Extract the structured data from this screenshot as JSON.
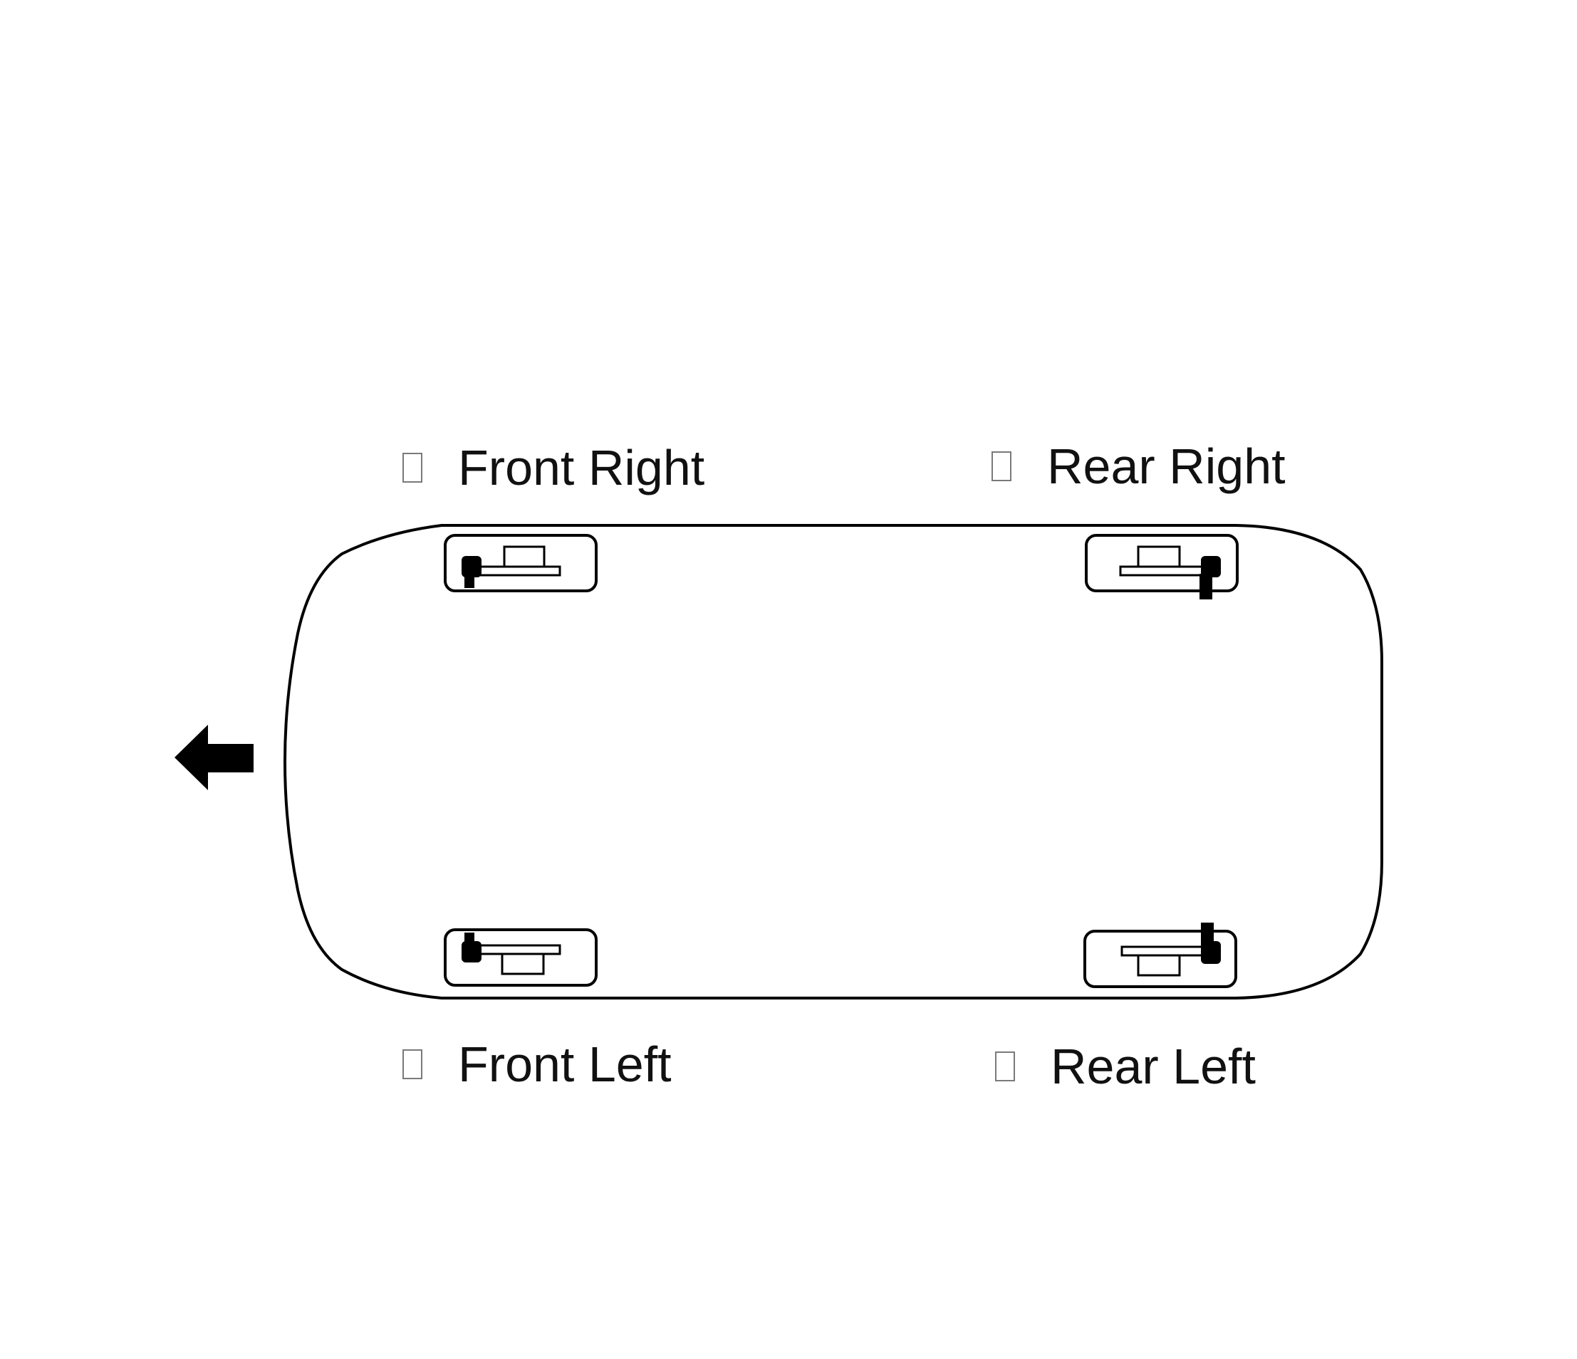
{
  "wheels": [
    {
      "id": "front-right",
      "label": "Front Right",
      "checked": false
    },
    {
      "id": "rear-right",
      "label": "Rear Right",
      "checked": false
    },
    {
      "id": "front-left",
      "label": "Front Left",
      "checked": false
    },
    {
      "id": "rear-left",
      "label": "Rear Left",
      "checked": false
    }
  ],
  "colors": {
    "outline": "#000000",
    "background": "#ffffff",
    "text": "#111111",
    "checkbox_border": "#7a7a7a"
  },
  "icons": {
    "direction": "arrow-left-icon",
    "vehicle": "car-top-view-icon",
    "sensor": "tire-sensor-icon"
  }
}
